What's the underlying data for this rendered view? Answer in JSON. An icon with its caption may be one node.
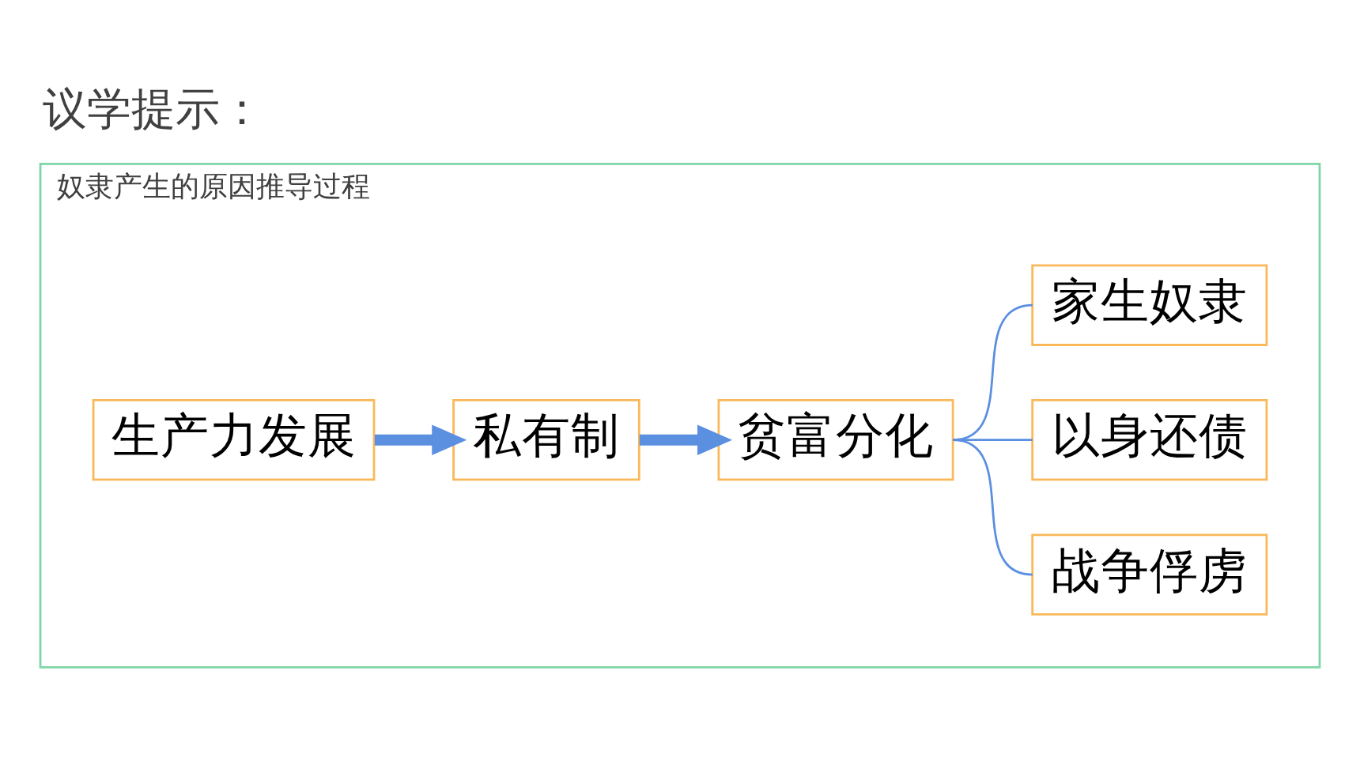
{
  "diagram": {
    "title": "议学提示：",
    "nodes": [
      {
        "text": [
          "奴隶产生的原因推导过程"
        ]
      },
      {
        "text": [
          "生产力发展"
        ],
        "in": 0
      },
      {
        "text": [
          "私有制"
        ],
        "in": 0
      },
      {
        "text": [
          "贫富分化"
        ],
        "in": 0
      },
      {
        "text": [
          "战争俘虏"
        ],
        "in": 0
      },
      {
        "text": [
          "以身还债"
        ],
        "in": 0
      },
      {
        "text": [
          "家生奴隶"
        ],
        "in": 0
      }
    ],
    "edges": [
      {
        "from": 1,
        "to": 2,
        "arrow": "to",
        "style": "thick"
      },
      {
        "from": 2,
        "to": 3,
        "arrow": "to",
        "style": "thick"
      },
      {
        "from": 3,
        "to": 4,
        "arrow": "none"
      },
      {
        "from": 3,
        "to": 5,
        "arrow": "none"
      },
      {
        "from": 3,
        "to": 6,
        "arrow": "none"
      }
    ]
  }
}
